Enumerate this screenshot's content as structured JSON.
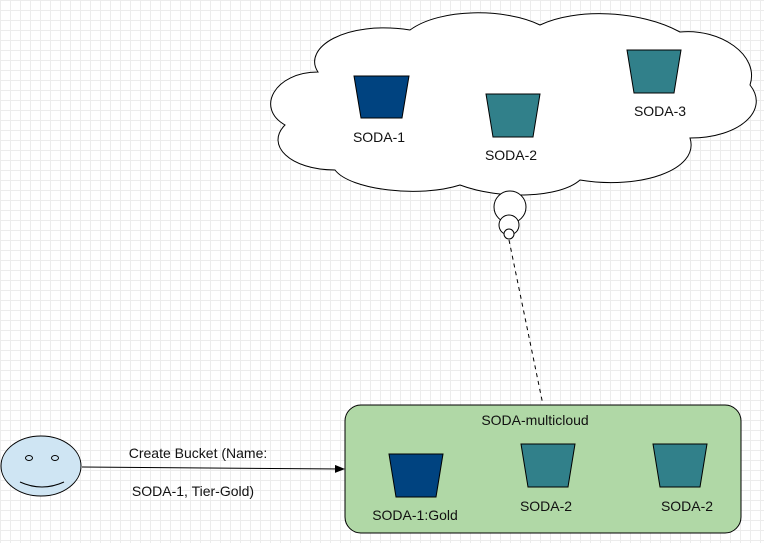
{
  "colors": {
    "bucket_dark": "#004380",
    "bucket_teal": "#31808a",
    "multicloud_fill": "#b0d8a6",
    "user_face": "#cfe5f3",
    "stroke": "#000000"
  },
  "cloud": {
    "buckets": [
      {
        "label": "SODA-1",
        "color": "bucket_dark"
      },
      {
        "label": "SODA-2",
        "color": "bucket_teal"
      },
      {
        "label": "SODA-3",
        "color": "bucket_teal"
      }
    ]
  },
  "multicloud": {
    "title": "SODA-multicloud",
    "buckets": [
      {
        "label": "SODA-1:Gold",
        "color": "bucket_dark"
      },
      {
        "label": "SODA-2",
        "color": "bucket_teal"
      },
      {
        "label": "SODA-2",
        "color": "bucket_teal"
      }
    ]
  },
  "request": {
    "line1": "Create Bucket (Name:",
    "line2": "SODA-1, Tier-Gold)"
  },
  "user": {
    "icon": "smiley-face-icon"
  }
}
